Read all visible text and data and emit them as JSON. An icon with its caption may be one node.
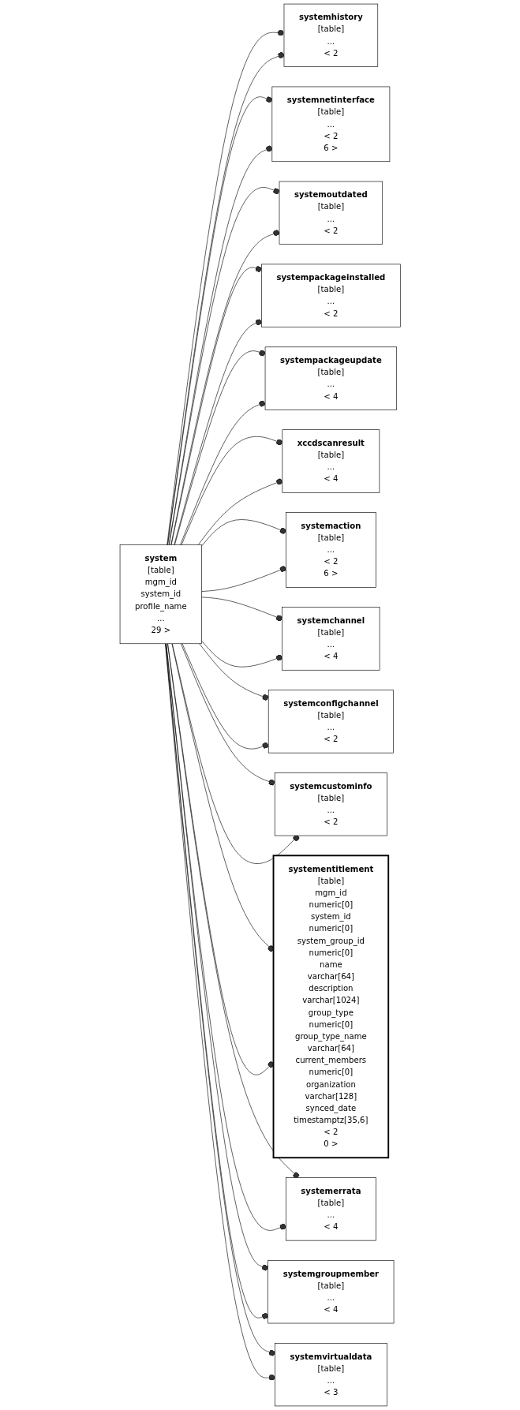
{
  "diagram": {
    "nodes": [
      {
        "text": [
          "system",
          "[table]",
          "mgm_id",
          "system_id",
          "profile_name",
          "...",
          "29 >"
        ]
      },
      {
        "text": [
          "systemhistory",
          "[table]",
          "...",
          "< 2"
        ]
      },
      {
        "text": [
          "systemnetinterface",
          "[table]",
          "...",
          "< 2",
          "6 >"
        ]
      },
      {
        "text": [
          "systemoutdated",
          "[table]",
          "...",
          "< 2"
        ]
      },
      {
        "text": [
          "systempackageinstalled",
          "[table]",
          "...",
          "< 2"
        ]
      },
      {
        "text": [
          "systempackageupdate",
          "[table]",
          "...",
          "< 4"
        ]
      },
      {
        "text": [
          "xccdscanresult",
          "[table]",
          "...",
          "< 4"
        ]
      },
      {
        "text": [
          "systemaction",
          "[table]",
          "...",
          "< 2",
          "6 >"
        ]
      },
      {
        "text": [
          "systemchannel",
          "[table]",
          "...",
          "< 4"
        ]
      },
      {
        "text": [
          "systemconfigchannel",
          "[table]",
          "...",
          "< 2"
        ]
      },
      {
        "text": [
          "systemcustominfo",
          "[table]",
          "...",
          "< 2"
        ]
      },
      {
        "text": [
          "systementitlement",
          "[table]",
          "mgm_id",
          "numeric[0]",
          "system_id",
          "numeric[0]",
          "system_group_id",
          "numeric[0]",
          "name",
          "varchar[64]",
          "description",
          "varchar[1024]",
          "group_type",
          "numeric[0]",
          "group_type_name",
          "varchar[64]",
          "current_members",
          "numeric[0]",
          "organization",
          "varchar[128]",
          "synced_date",
          "timestamptz[35,6]",
          "< 2",
          "0 >"
        ]
      },
      {
        "text": [
          "systemerrata",
          "[table]",
          "...",
          "< 4"
        ]
      },
      {
        "text": [
          "systemgroupmember",
          "[table]",
          "...",
          "< 4"
        ]
      },
      {
        "text": [
          "systemvirtualdata",
          "[table]",
          "...",
          "< 3"
        ]
      }
    ],
    "edges": [
      {
        "from": 0,
        "to": 1,
        "arrow": "other"
      },
      {
        "from": 0,
        "to": 1,
        "arrow": "other"
      },
      {
        "from": 0,
        "to": 2,
        "arrow": "other"
      },
      {
        "from": 0,
        "to": 2,
        "arrow": "other"
      },
      {
        "from": 0,
        "to": 3,
        "arrow": "other"
      },
      {
        "from": 0,
        "to": 3,
        "arrow": "other"
      },
      {
        "from": 0,
        "to": 4,
        "arrow": "other"
      },
      {
        "from": 0,
        "to": 4,
        "arrow": "other"
      },
      {
        "from": 0,
        "to": 5,
        "arrow": "other"
      },
      {
        "from": 0,
        "to": 5,
        "arrow": "other"
      },
      {
        "from": 0,
        "to": 6,
        "arrow": "other"
      },
      {
        "from": 0,
        "to": 6,
        "arrow": "other"
      },
      {
        "from": 0,
        "to": 7,
        "arrow": "other"
      },
      {
        "from": 0,
        "to": 7,
        "arrow": "other"
      },
      {
        "from": 0,
        "to": 8,
        "arrow": "other"
      },
      {
        "from": 0,
        "to": 8,
        "arrow": "other"
      },
      {
        "from": 0,
        "to": 9,
        "arrow": "other"
      },
      {
        "from": 0,
        "to": 9,
        "arrow": "other"
      },
      {
        "from": 0,
        "to": 10,
        "arrow": "other"
      },
      {
        "from": 0,
        "to": 10,
        "arrow": "other"
      },
      {
        "from": 0,
        "to": 11,
        "arrow": "other"
      },
      {
        "from": 0,
        "to": 11,
        "arrow": "other"
      },
      {
        "from": 0,
        "to": 12,
        "arrow": "other"
      },
      {
        "from": 0,
        "to": 12,
        "arrow": "other"
      },
      {
        "from": 0,
        "to": 13,
        "arrow": "other"
      },
      {
        "from": 0,
        "to": 13,
        "arrow": "other"
      },
      {
        "from": 0,
        "to": 14,
        "arrow": "other"
      },
      {
        "from": 0,
        "to": 14,
        "arrow": "other"
      }
    ]
  }
}
